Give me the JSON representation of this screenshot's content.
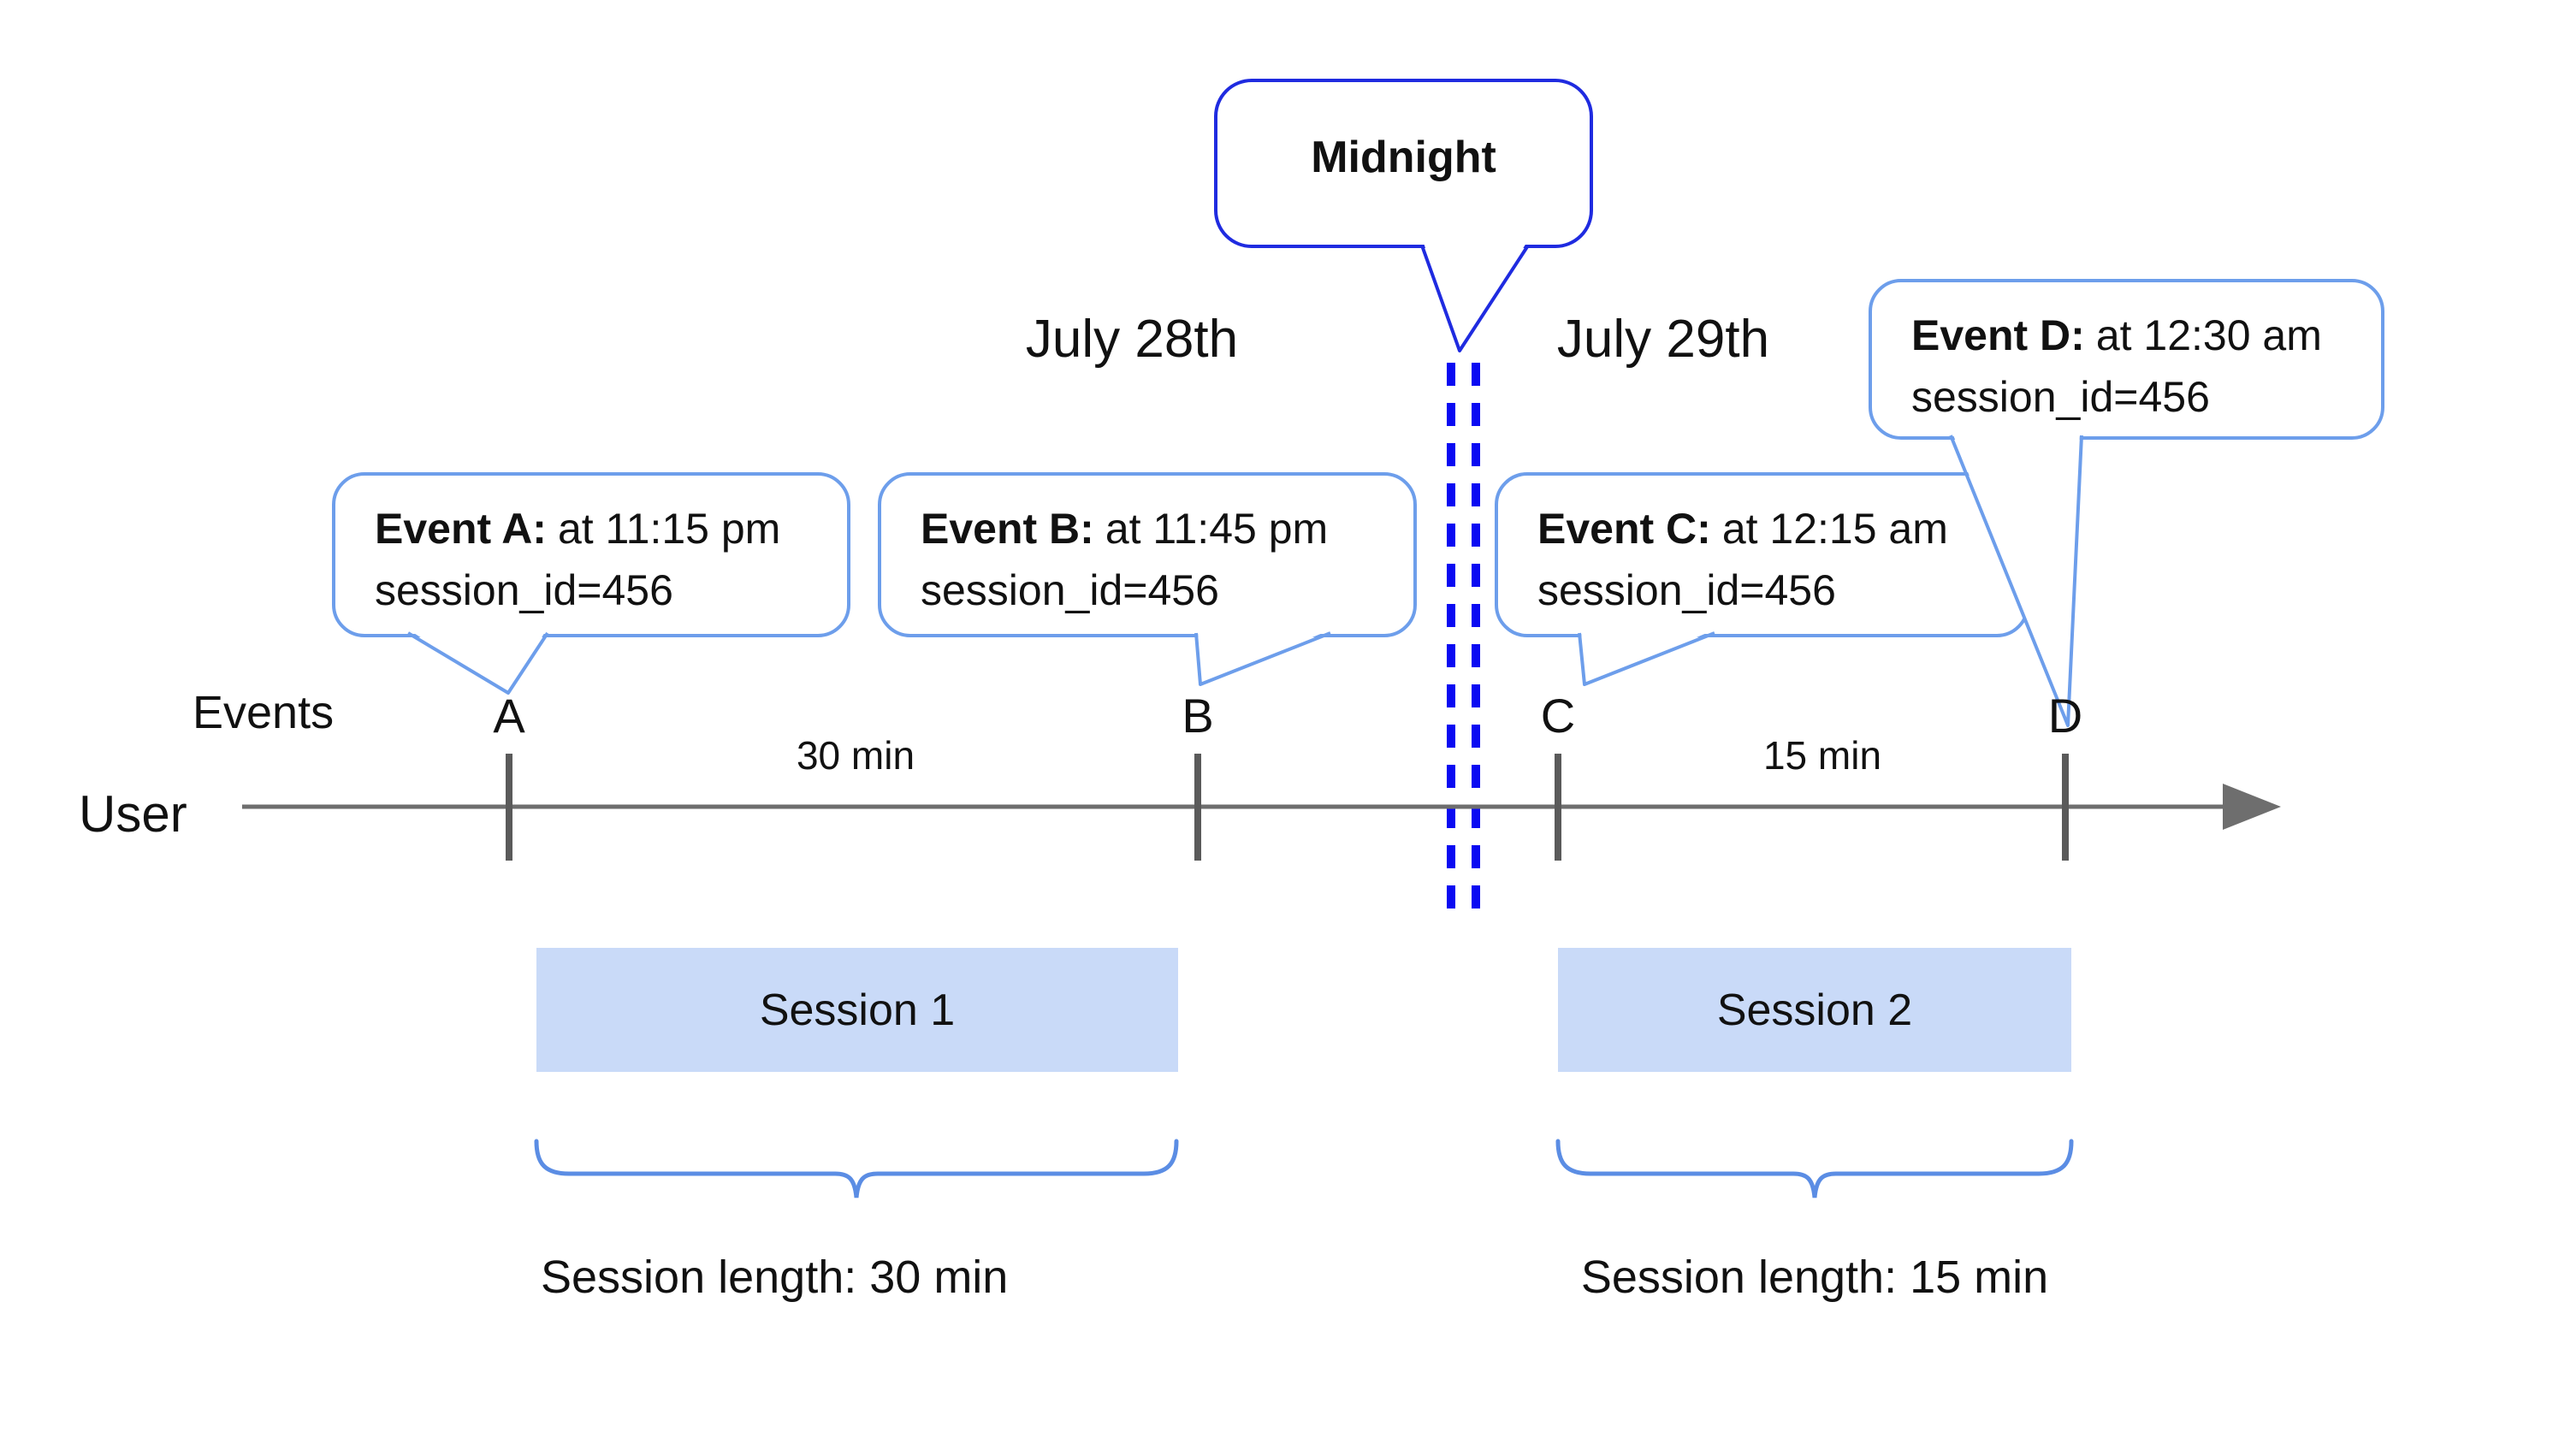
{
  "colors": {
    "accent_blue": "#1f2be0",
    "dash_blue": "#0a0af2",
    "bubble_blue": "#6d9eeb",
    "brace_blue": "#5b8de4",
    "session_fill": "#c9daf8",
    "line_gray": "#6e6e6e",
    "tick_gray": "#5a5a5a",
    "text": "#111111"
  },
  "midnight": {
    "label": "Midnight"
  },
  "dates": {
    "left": "July 28th",
    "right": "July 29th"
  },
  "events": [
    {
      "letter": "A",
      "label": "Event A:",
      "time": "at 11:15 pm",
      "session": "session_id=456"
    },
    {
      "letter": "B",
      "label": "Event B:",
      "time": "at 11:45 pm",
      "session": "session_id=456"
    },
    {
      "letter": "C",
      "label": "Event C:",
      "time": "at 12:15 am",
      "session": "session_id=456"
    },
    {
      "letter": "D",
      "label": "Event D:",
      "time": "at 12:30 am",
      "session": "session_id=456"
    }
  ],
  "timeline": {
    "events_label": "Events",
    "axis_label": "User",
    "intervals": [
      "30 min",
      "15 min"
    ]
  },
  "sessions": [
    {
      "name": "Session 1",
      "length_label": "Session length: 30 min"
    },
    {
      "name": "Session 2",
      "length_label": "Session length: 15 min"
    }
  ]
}
